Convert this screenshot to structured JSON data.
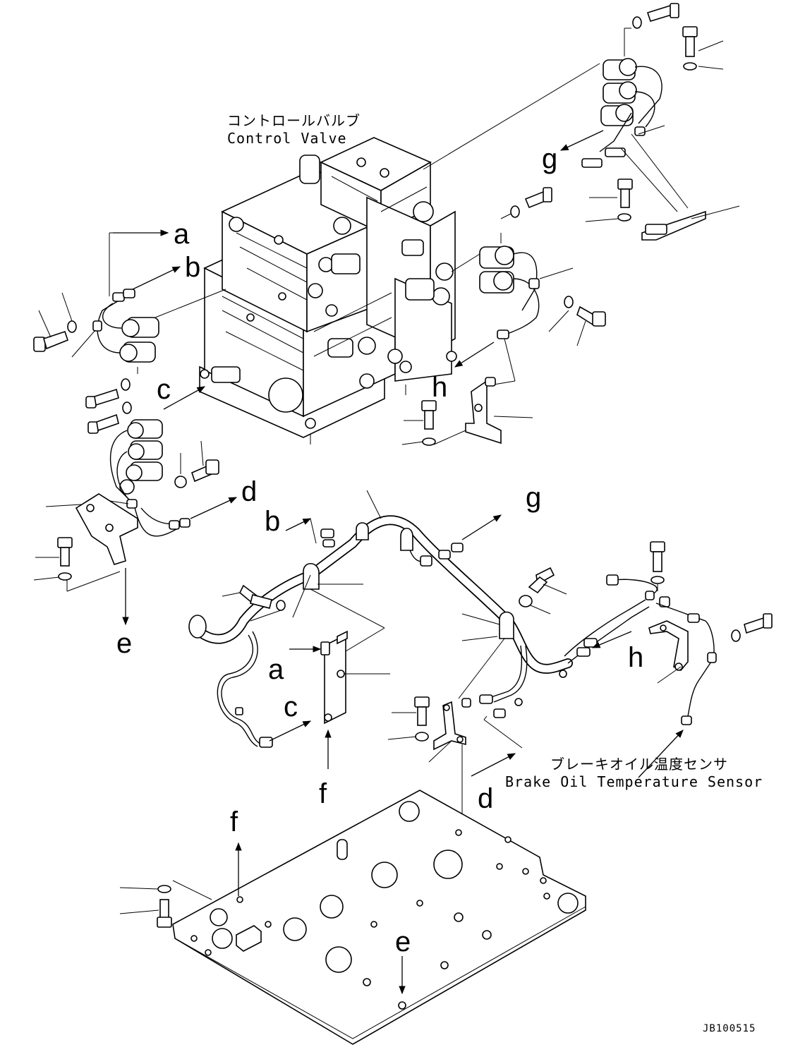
{
  "captions": {
    "control_valve_jp": "コントロールバルブ",
    "control_valve_en": "Control Valve",
    "sensor_jp": "ブレーキオイル温度センサ",
    "sensor_en": "Brake Oil Temperature Sensor"
  },
  "drawing_code": "JB100515",
  "connector_labels": {
    "a": "a",
    "b": "b",
    "c": "c",
    "d": "d",
    "e": "e",
    "f": "f",
    "g": "g",
    "h": "h"
  },
  "icons": [
    "arrow-icon",
    "bolt-icon",
    "washer-icon",
    "solenoid-icon",
    "clamp-icon",
    "bracket-icon"
  ]
}
